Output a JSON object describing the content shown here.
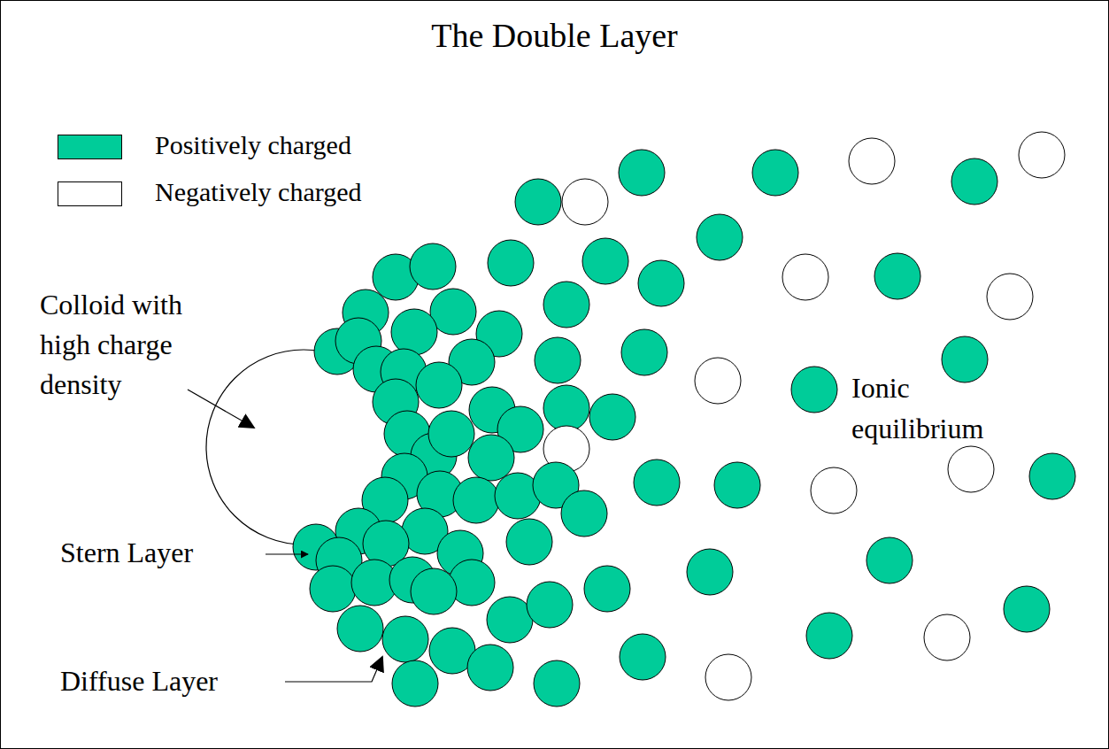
{
  "diagram": {
    "title": "The Double Layer",
    "labels": [
      "Colloid with high charge density",
      "Stern Layer",
      "Diffuse Layer",
      "Ionic equilibrium"
    ],
    "legend": [
      {
        "text": "Positively charged",
        "color": "#00cc99"
      },
      {
        "text": "Negatively charged",
        "color": "#ffffff"
      }
    ]
  }
}
